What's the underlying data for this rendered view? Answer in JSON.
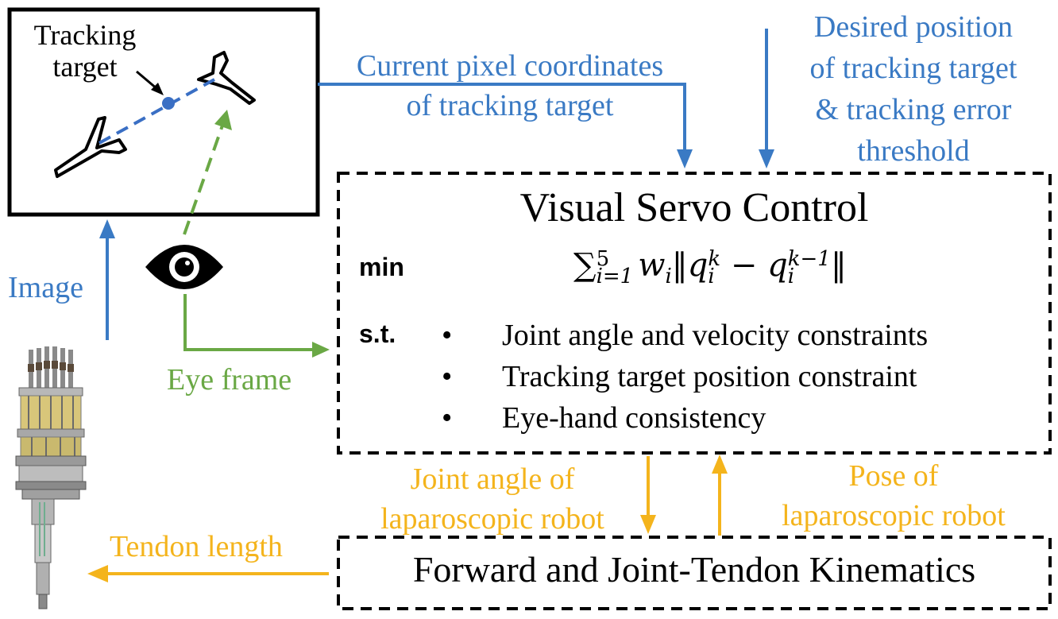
{
  "camera_view": {
    "target_label_line1": "Tracking",
    "target_label_line2": "target"
  },
  "signals": {
    "current_pixel_line1": "Current pixel coordinates",
    "current_pixel_line2": "of  tracking target",
    "desired_line1": "Desired position",
    "desired_line2": "of tracking  target",
    "desired_line3": "& tracking error",
    "desired_line4": "threshold",
    "image": "Image",
    "eye_frame": "Eye frame",
    "joint_angle_line1": "Joint angle of",
    "joint_angle_line2": "laparoscopic robot",
    "pose_line1": "Pose of",
    "pose_line2": "laparoscopic robot",
    "tendon_length": "Tendon length"
  },
  "vsc_box": {
    "title": "Visual Servo Control",
    "min_label": "min",
    "st_label": "s.t.",
    "objective": {
      "sum_symbol": "∑",
      "upper_limit": "5",
      "lower_limit": "i=1",
      "weight": "w",
      "index": "i",
      "open_norm": "‖",
      "var": "q",
      "sup_k": "k",
      "minus": " − ",
      "sup_k_minus_1": "k−1",
      "close_norm": "‖"
    },
    "constraints": [
      "Joint angle and velocity constraints",
      "Tracking target position constraint",
      "Eye-hand consistency"
    ],
    "bullet": "•"
  },
  "kinematics_box": {
    "title": "Forward and Joint-Tendon Kinematics"
  },
  "colors": {
    "blue": "#3a7ac4",
    "green": "#6aa845",
    "orange": "#f4b41c",
    "black": "#000000"
  },
  "icons": {
    "eye": "eye-icon",
    "robot": "laparoscopic-robot-image",
    "instrument": "surgical-instrument-icon"
  }
}
